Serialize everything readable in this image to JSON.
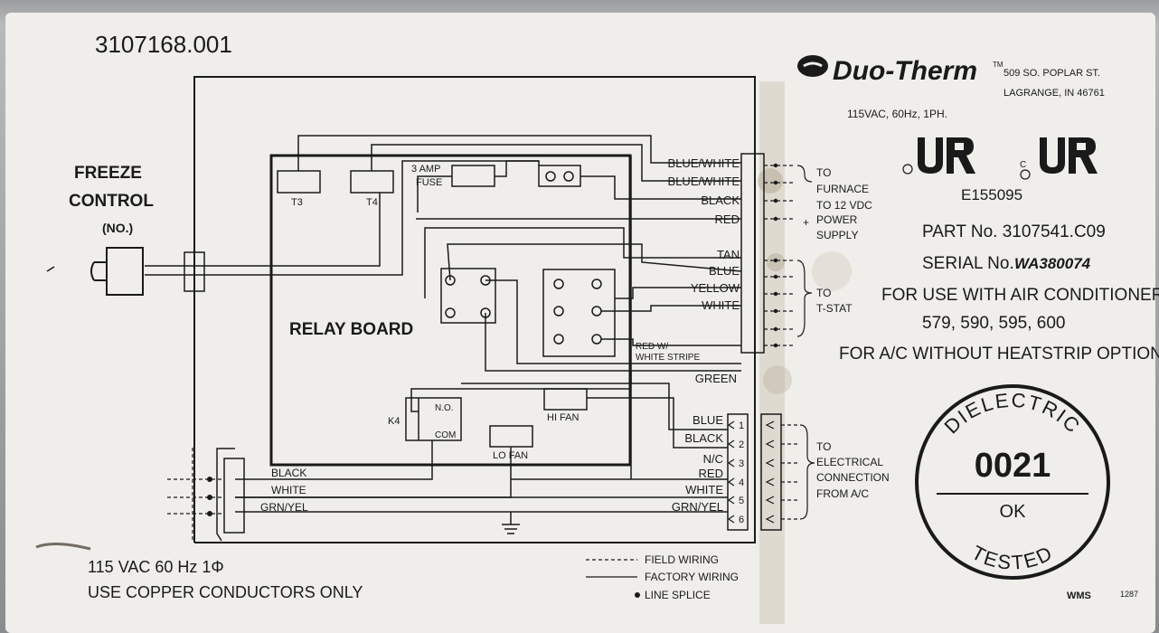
{
  "label": {
    "model_number": "3107168.001",
    "brand": "Duo-Therm",
    "trademark": "TM",
    "address_line1": "509 SO. POPLAR ST.",
    "address_line2": "LAGRANGE, IN 46761",
    "rating": "115VAC, 60Hz, 1PH.",
    "cert_file": "E155095",
    "part_no": "PART No. 3107541.C09",
    "serial_no_label": "SERIAL No.",
    "serial_no_value": "WA380074",
    "use_with": "FOR USE WITH AIR CONDITIONER:",
    "models": "579, 590, 595, 600",
    "heatstrip_note": "FOR A/C WITHOUT HEATSTRIP OPTION",
    "supply_rating": "115 VAC 60 Hz 1Φ",
    "copper_note": "USE COPPER CONDUCTORS ONLY",
    "wms": "WMS",
    "code_1287": "1287"
  },
  "freeze_control": {
    "line1": "FREEZE",
    "line2": "CONTROL",
    "line3": "(NO.)"
  },
  "relay_board": {
    "title": "RELAY BOARD",
    "t3": "T3",
    "t4": "T4",
    "fuse_line1": "3 AMP",
    "fuse_line2": "FUSE",
    "k4": "K4",
    "no": "N.O.",
    "com": "COM",
    "hi_fan": "HI FAN",
    "lo_fan": "LO FAN"
  },
  "wires_upper": [
    "BLUE/WHITE",
    "BLUE/WHITE",
    "BLACK",
    "RED",
    "TAN",
    "BLUE",
    "YELLOW",
    "WHITE",
    "RED W/",
    "WHITE STRIPE",
    "GREEN"
  ],
  "wires_lower": [
    "BLUE",
    "BLACK",
    "N/C",
    "RED",
    "WHITE",
    "GRN/YEL"
  ],
  "terminal_numbers": [
    "1",
    "2",
    "3",
    "4",
    "5",
    "6"
  ],
  "supply_wires": [
    "BLACK",
    "WHITE",
    "GRN/YEL"
  ],
  "notes": {
    "to_furnace_1": "TO",
    "to_furnace_2": "FURNACE",
    "to_12vdc": "TO 12 VDC",
    "power_1": "POWER",
    "power_2": "SUPPLY",
    "plus": "+",
    "to_tstat_1": "TO",
    "to_tstat_2": "T-STAT",
    "to_elec_1": "TO",
    "to_elec_2": "ELECTRICAL",
    "to_elec_3": "CONNECTION",
    "to_elec_4": "FROM A/C"
  },
  "legend": {
    "field": "FIELD WIRING",
    "factory": "FACTORY WIRING",
    "splice": "LINE SPLICE"
  },
  "dielectric_stamp": {
    "top": "DIELECTRIC",
    "number": "0021",
    "status": "OK",
    "bottom": "TESTED"
  },
  "colors": {
    "label_bg": "#efeeeb",
    "ink": "#1a1a1a",
    "metal": "#9a9c9e",
    "stain": "#8a7650"
  }
}
